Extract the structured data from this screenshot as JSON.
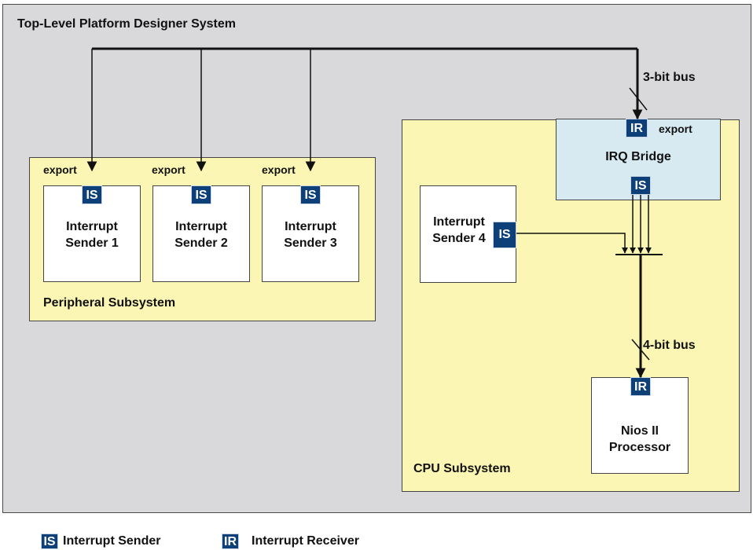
{
  "system": {
    "title": "Top-Level Platform Designer System"
  },
  "peripheral": {
    "label": "Peripheral Subsystem",
    "export_label": "export",
    "senders": [
      {
        "line1": "Interrupt",
        "line2": "Sender 1"
      },
      {
        "line1": "Interrupt",
        "line2": "Sender 2"
      },
      {
        "line1": "Interrupt",
        "line2": "Sender 3"
      }
    ]
  },
  "cpu": {
    "label": "CPU Subsystem",
    "sender4": {
      "line1": "Interrupt",
      "line2": "Sender 4"
    },
    "bridge": {
      "name": "IRQ Bridge",
      "export_label": "export"
    },
    "processor": {
      "line1": "Nios II",
      "line2": "Processor"
    }
  },
  "buses": {
    "top": "3-bit bus",
    "bottom": "4-bit bus"
  },
  "badges": {
    "sender": "IS",
    "receiver": "IR"
  },
  "legend": {
    "sender_label": "Interrupt Sender",
    "receiver_label": "Interrupt Receiver"
  },
  "colors": {
    "badge": "#0d3f78",
    "subsystem": "#fbf6b3",
    "bridge": "#d8eaf1",
    "system": "#d9d9db"
  }
}
